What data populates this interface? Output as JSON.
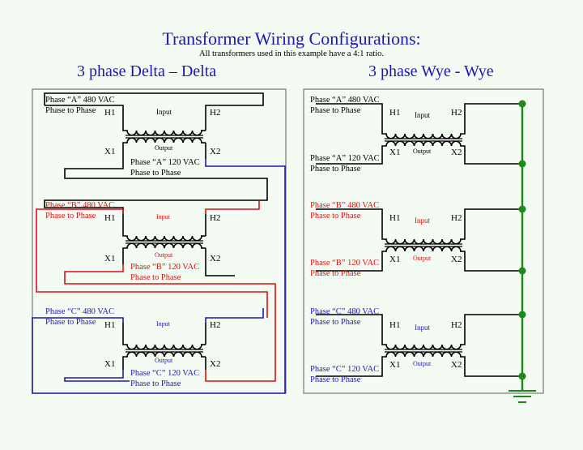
{
  "title": "Transformer Wiring Configurations:",
  "subtitle": "All transformers used in this example have a 4:1 ratio.",
  "delta": {
    "heading": "3 phase Delta – Delta",
    "a": {
      "primary": "Phase “A” 480 VAC",
      "primary_sub": "Phase to Phase",
      "secondary": "Phase “A” 120 VAC",
      "secondary_sub": "Phase to Phase",
      "input": "Input",
      "output": "Output"
    },
    "b": {
      "primary": "Phase “B” 480 VAC",
      "primary_sub": "Phase to Phase",
      "secondary": "Phase “B” 120 VAC",
      "secondary_sub": "Phase to Phase",
      "input": "Input",
      "output": "Output"
    },
    "c": {
      "primary": "Phase “C” 480 VAC",
      "primary_sub": "Phase to Phase",
      "secondary": "Phase “C” 120 VAC",
      "secondary_sub": "Phase to Phase",
      "input": "Input",
      "output": "Output"
    }
  },
  "wye": {
    "heading": "3 phase Wye - Wye",
    "a": {
      "primary": "Phase “A” 480 VAC",
      "primary_sub": "Phase to Phase",
      "secondary": "Phase “A” 120 VAC",
      "secondary_sub": "Phase to Phase",
      "input": "Input",
      "output": "Output"
    },
    "b": {
      "primary": "Phase “B” 480 VAC",
      "primary_sub": "Phase to Phase",
      "secondary": "Phase “B” 120 VAC",
      "secondary_sub": "Phase to Phase",
      "input": "Input",
      "output": "Output"
    },
    "c": {
      "primary": "Phase “C” 480 VAC",
      "primary_sub": "Phase to Phase",
      "secondary": "Phase “C” 120 VAC",
      "secondary_sub": "Phase to Phase",
      "input": "Input",
      "output": "Output"
    }
  },
  "terminals": {
    "h1": "H1",
    "h2": "H2",
    "x1": "X1",
    "x2": "X2"
  },
  "colors": {
    "phase_a": "#000000",
    "phase_b": "#e01010",
    "phase_c": "#1b1bb0",
    "neutral": "#1a8a1a",
    "frame": "#777777",
    "background": "#f4fbf3"
  }
}
